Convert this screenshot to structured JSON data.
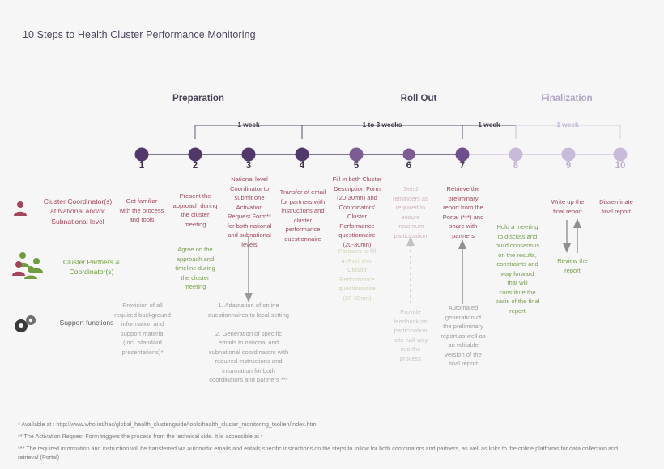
{
  "title": "10 Steps to Health Cluster Performance Monitoring",
  "colors": {
    "dark_purple": "#51386b",
    "mid_purple": "#7b5d94",
    "light_purple": "#c7bbd9",
    "line_dark": "#5a4a66",
    "line_light": "#d3c9e0",
    "coordinator_red": "#a4455b",
    "partner_green": "#6f9c3f",
    "support_grey": "#8f8f8f",
    "background": "#f7f6f6"
  },
  "phases": [
    {
      "label": "Preparation",
      "tone": "dark"
    },
    {
      "label": "Roll Out",
      "tone": "dark"
    },
    {
      "label": "Finalization",
      "tone": "light"
    }
  ],
  "timeline": {
    "nodes": [
      {
        "num": "1",
        "tone": "dark"
      },
      {
        "num": "2",
        "tone": "dark"
      },
      {
        "num": "3",
        "tone": "dark"
      },
      {
        "num": "4",
        "tone": "dark"
      },
      {
        "num": "5",
        "tone": "mid"
      },
      {
        "num": "6",
        "tone": "mid"
      },
      {
        "num": "7",
        "tone": "mid"
      },
      {
        "num": "8",
        "tone": "light"
      },
      {
        "num": "9",
        "tone": "light"
      },
      {
        "num": "10",
        "tone": "light"
      }
    ],
    "durations": [
      {
        "label": "1 week",
        "tone": "dark"
      },
      {
        "label": "1 to 3 weeks",
        "tone": "dark"
      },
      {
        "label": "1 week",
        "tone": "dark"
      },
      {
        "label": "1 week",
        "tone": "light"
      }
    ]
  },
  "rows": [
    {
      "id": "coordinators",
      "label": "Cluster Coordinator(s)\nat National and/or\nSubnational level",
      "icon": "person-icon"
    },
    {
      "id": "partners",
      "label": "Cluster Partners &\nCoordinator(s)",
      "icon": "people-group-icon"
    },
    {
      "id": "support",
      "label": "Support functions",
      "icon": "gears-icon"
    }
  ],
  "cells": {
    "coordinator": [
      "Get familiar\nwith the process\nand tools",
      "Present the\napproach during\nthe cluster\nmeeting",
      "National level\nCoordinator to\nsubmit one\nActivation\nRequest Form**\nfor both national\nand subnational\nlevels",
      "Transfer of email\nfor partners with\ninstructions and\ncluster\nperformance\nquestionnaire",
      "Fill in both Cluster\nDescription  Form\n(20-30mn) and\nCoordinators'\nCluster\nPerformance\nquestionnaire\n(20-30mn)",
      "Send\nreminders as\nrequired to\nensure\nmaximum\nparticipation",
      "Retrieve the\npreliminary\nreport from the\nPortal (***) and\nshare with\npartners",
      "",
      "Write up the\nfinal report",
      "Disseminate\nfinal report"
    ],
    "partners": [
      "",
      "Agree on the\napproach and\ntimeline during\nthe cluster\nmeeting",
      "",
      "",
      "Partners  to fill\nin Partners'\nCluster\nPerformance\nquestionnaire\n(20-30mn)",
      "",
      "",
      "Hold a meeting\nto discuss and\nbuild consensus\non the results,\nconstraints and\nway forward\nthat will\nconstitute the\nbasis of the final\nreport",
      "Review the\nreport",
      ""
    ],
    "support": [
      "Provision of all\nrequired background\ninformation and\nsupport material\n(incl. standard\npresentations)*",
      "",
      "1. Adaptation of online\nquestionnaires to local  setting\n\n2. Generation of specific\nemails  to national and\nsubnational coordinators with\nrequired instructions and\ninformation  for both\ncoordinators and partners ***",
      "",
      "",
      "Provide\nfeedback on\nparticipation\nrate half way\ninto the\nprocess",
      "Automated\ngeneration of\nthe preliminary\nreport as  well as\nan editable\nversion of the\nfinal report",
      "",
      "",
      ""
    ]
  },
  "footnotes": [
    "* Available at : http://www.who.int/hac/global_health_cluster/guide/tools/health_cluster_monitoring_tool/en/index.html",
    "** The Activation Request Form triggers the process from the technical side. It is accessible at *",
    "*** The required information and instruction will be transferred via automatic emails and entails  specific instructions on the steps to follow for both coordinators and partners, as well as links to the online platforms for data collection and\nretrieval (Portal)"
  ]
}
